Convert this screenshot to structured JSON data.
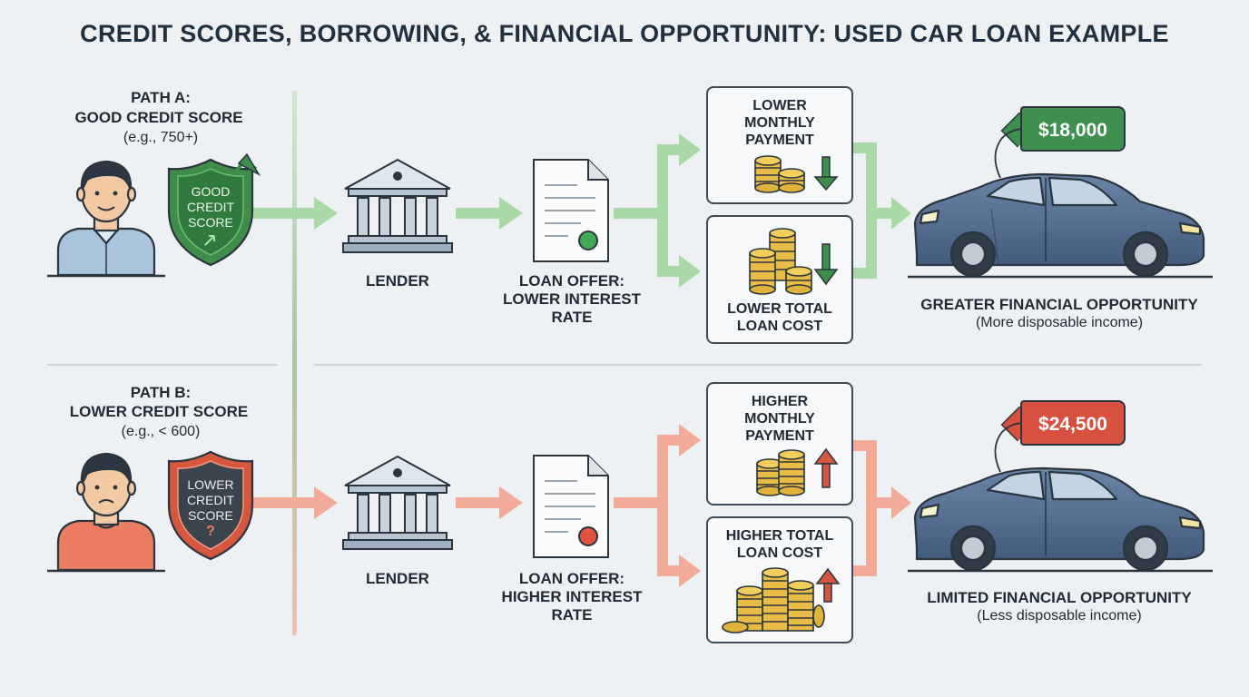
{
  "title": "CREDIT SCORES, BORROWING, & FINANCIAL OPPORTUNITY: USED CAR LOAN EXAMPLE",
  "colors": {
    "good": "#6fbf73",
    "good_dark": "#3e8e4a",
    "bad": "#ec7d63",
    "bad_dark": "#d6563e",
    "car": "#4f6a8f",
    "tag_good": "#3f8f4f",
    "tag_bad": "#d8503f"
  },
  "path_a": {
    "heading": "PATH A:",
    "subheading": "GOOD CREDIT SCORE",
    "range": "(e.g., 750+)",
    "shield_line1": "GOOD",
    "shield_line2": "CREDIT",
    "shield_line3": "SCORE",
    "lender": "LENDER",
    "offer_line1": "LOAN OFFER:",
    "offer_line2": "LOWER INTEREST",
    "offer_line3": "RATE",
    "payment_line1": "LOWER",
    "payment_line2": "MONTHLY",
    "payment_line3": "PAYMENT",
    "cost_line1": "LOWER TOTAL",
    "cost_line2": "LOAN COST",
    "price": "$18,000",
    "outcome": "GREATER FINANCIAL OPPORTUNITY",
    "outcome_note": "(More disposable income)"
  },
  "path_b": {
    "heading": "PATH B:",
    "subheading": "LOWER CREDIT SCORE",
    "range": "(e.g., < 600)",
    "shield_line1": "LOWER",
    "shield_line2": "CREDIT",
    "shield_line3": "SCORE",
    "shield_mark": "?",
    "lender": "LENDER",
    "offer_line1": "LOAN OFFER:",
    "offer_line2": "HIGHER INTEREST",
    "offer_line3": "RATE",
    "payment_line1": "HIGHER",
    "payment_line2": "MONTHLY",
    "payment_line3": "PAYMENT",
    "cost_line1": "HIGHER TOTAL",
    "cost_line2": "LOAN COST",
    "price": "$24,500",
    "outcome": "LIMITED FINANCIAL OPPORTUNITY",
    "outcome_note": "(Less disposable income)"
  }
}
